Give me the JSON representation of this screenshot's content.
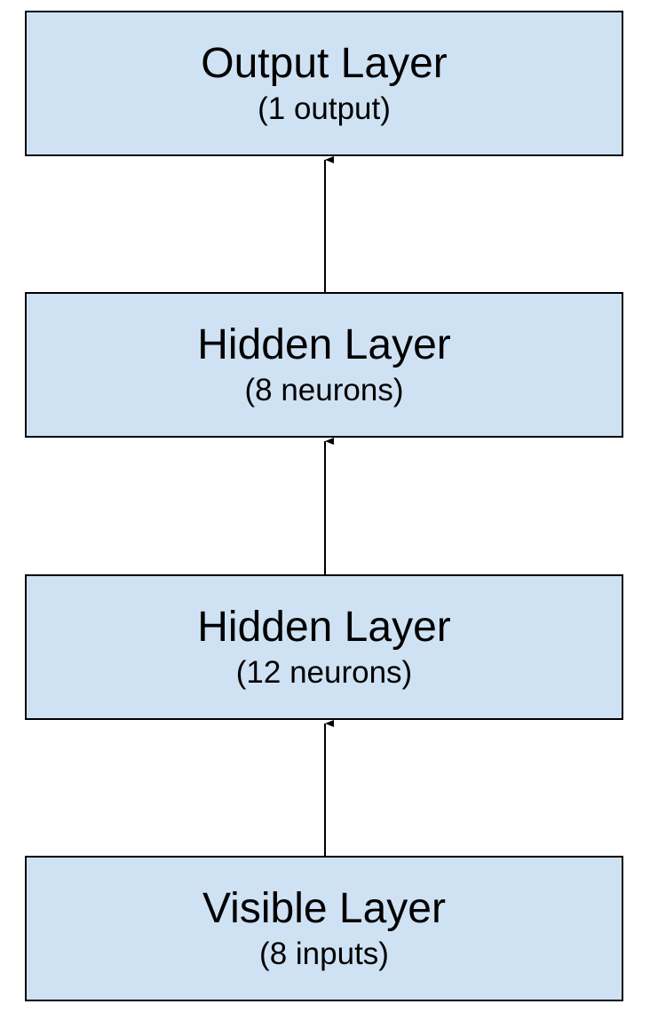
{
  "diagram": {
    "colors": {
      "box_fill": "#cfe2f3",
      "border": "#000000",
      "arrow": "#000000"
    },
    "layers": [
      {
        "title": "Output Layer",
        "subtitle": "(1 output)"
      },
      {
        "title": "Hidden Layer",
        "subtitle": "(8 neurons)"
      },
      {
        "title": "Hidden Layer",
        "subtitle": "(12 neurons)"
      },
      {
        "title": "Visible Layer",
        "subtitle": "(8 inputs)"
      }
    ],
    "connections": [
      {
        "from": "Visible Layer",
        "to": "Hidden Layer (12 neurons)"
      },
      {
        "from": "Hidden Layer (12 neurons)",
        "to": "Hidden Layer (8 neurons)"
      },
      {
        "from": "Hidden Layer (8 neurons)",
        "to": "Output Layer"
      }
    ]
  }
}
